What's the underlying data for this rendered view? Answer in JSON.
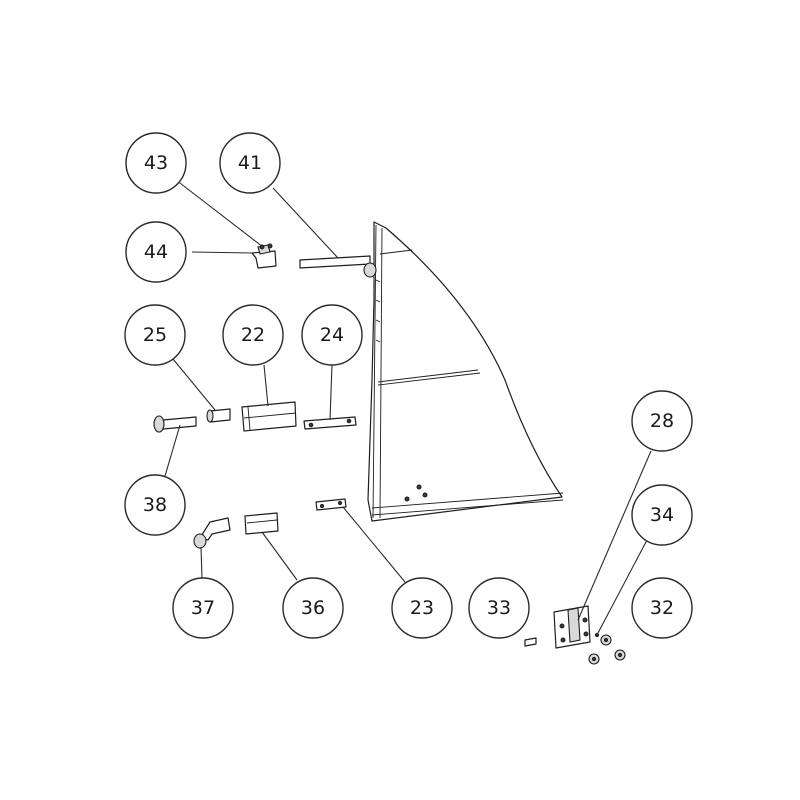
{
  "callouts": [
    {
      "id": "43",
      "label": "43"
    },
    {
      "id": "41",
      "label": "41"
    },
    {
      "id": "44",
      "label": "44"
    },
    {
      "id": "25",
      "label": "25"
    },
    {
      "id": "22",
      "label": "22"
    },
    {
      "id": "24",
      "label": "24"
    },
    {
      "id": "38",
      "label": "38"
    },
    {
      "id": "28",
      "label": "28"
    },
    {
      "id": "34",
      "label": "34"
    },
    {
      "id": "37",
      "label": "37"
    },
    {
      "id": "36",
      "label": "36"
    },
    {
      "id": "23",
      "label": "23"
    },
    {
      "id": "33",
      "label": "33"
    },
    {
      "id": "32",
      "label": "32"
    }
  ]
}
